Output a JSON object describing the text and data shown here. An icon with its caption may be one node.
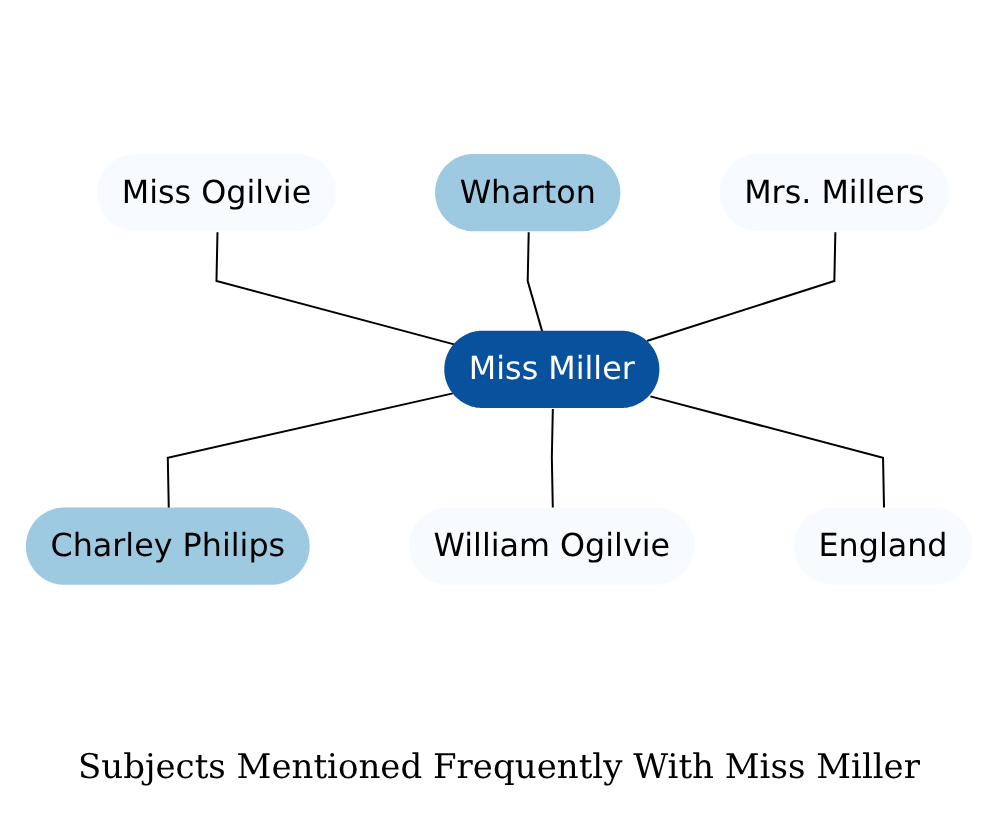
{
  "diagram": {
    "title": "Subjects Mentioned Frequently With Miss Miller",
    "nodes": [
      {
        "text": [
          "Miss Ogilvie"
        ]
      },
      {
        "text": [
          "Wharton"
        ]
      },
      {
        "text": [
          "Mrs. Millers"
        ]
      },
      {
        "text": [
          "Miss Miller"
        ]
      },
      {
        "text": [
          "Charley Philips"
        ]
      },
      {
        "text": [
          "William Ogilvie"
        ]
      },
      {
        "text": [
          "England"
        ]
      }
    ],
    "edges": [
      {
        "from": 0,
        "to": 3,
        "arrow": "none"
      },
      {
        "from": 1,
        "to": 3,
        "arrow": "none"
      },
      {
        "from": 2,
        "to": 3,
        "arrow": "none"
      },
      {
        "from": 3,
        "to": 4,
        "arrow": "none"
      },
      {
        "from": 3,
        "to": 5,
        "arrow": "none"
      },
      {
        "from": 3,
        "to": 6,
        "arrow": "none"
      }
    ]
  }
}
